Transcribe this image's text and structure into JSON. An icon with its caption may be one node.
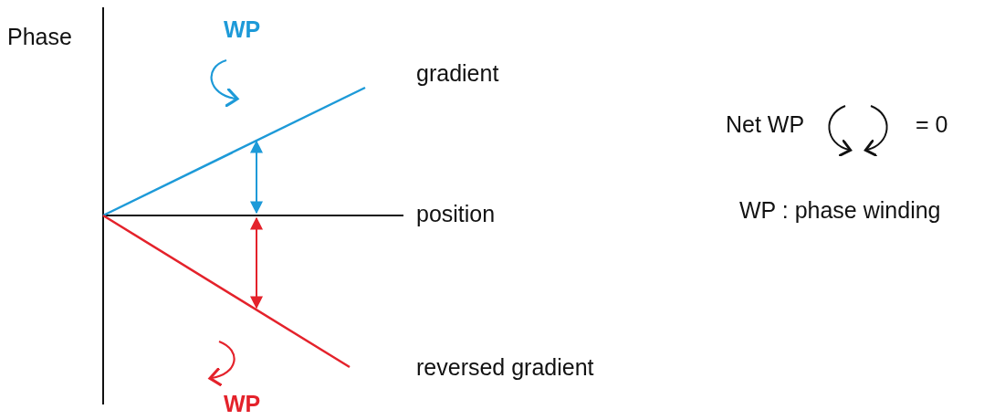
{
  "diagram": {
    "labels": [
      "Phase",
      "WP",
      "gradient",
      "position",
      "reversed gradient",
      "WP",
      "Net WP",
      "= 0",
      "WP : phase winding"
    ]
  }
}
